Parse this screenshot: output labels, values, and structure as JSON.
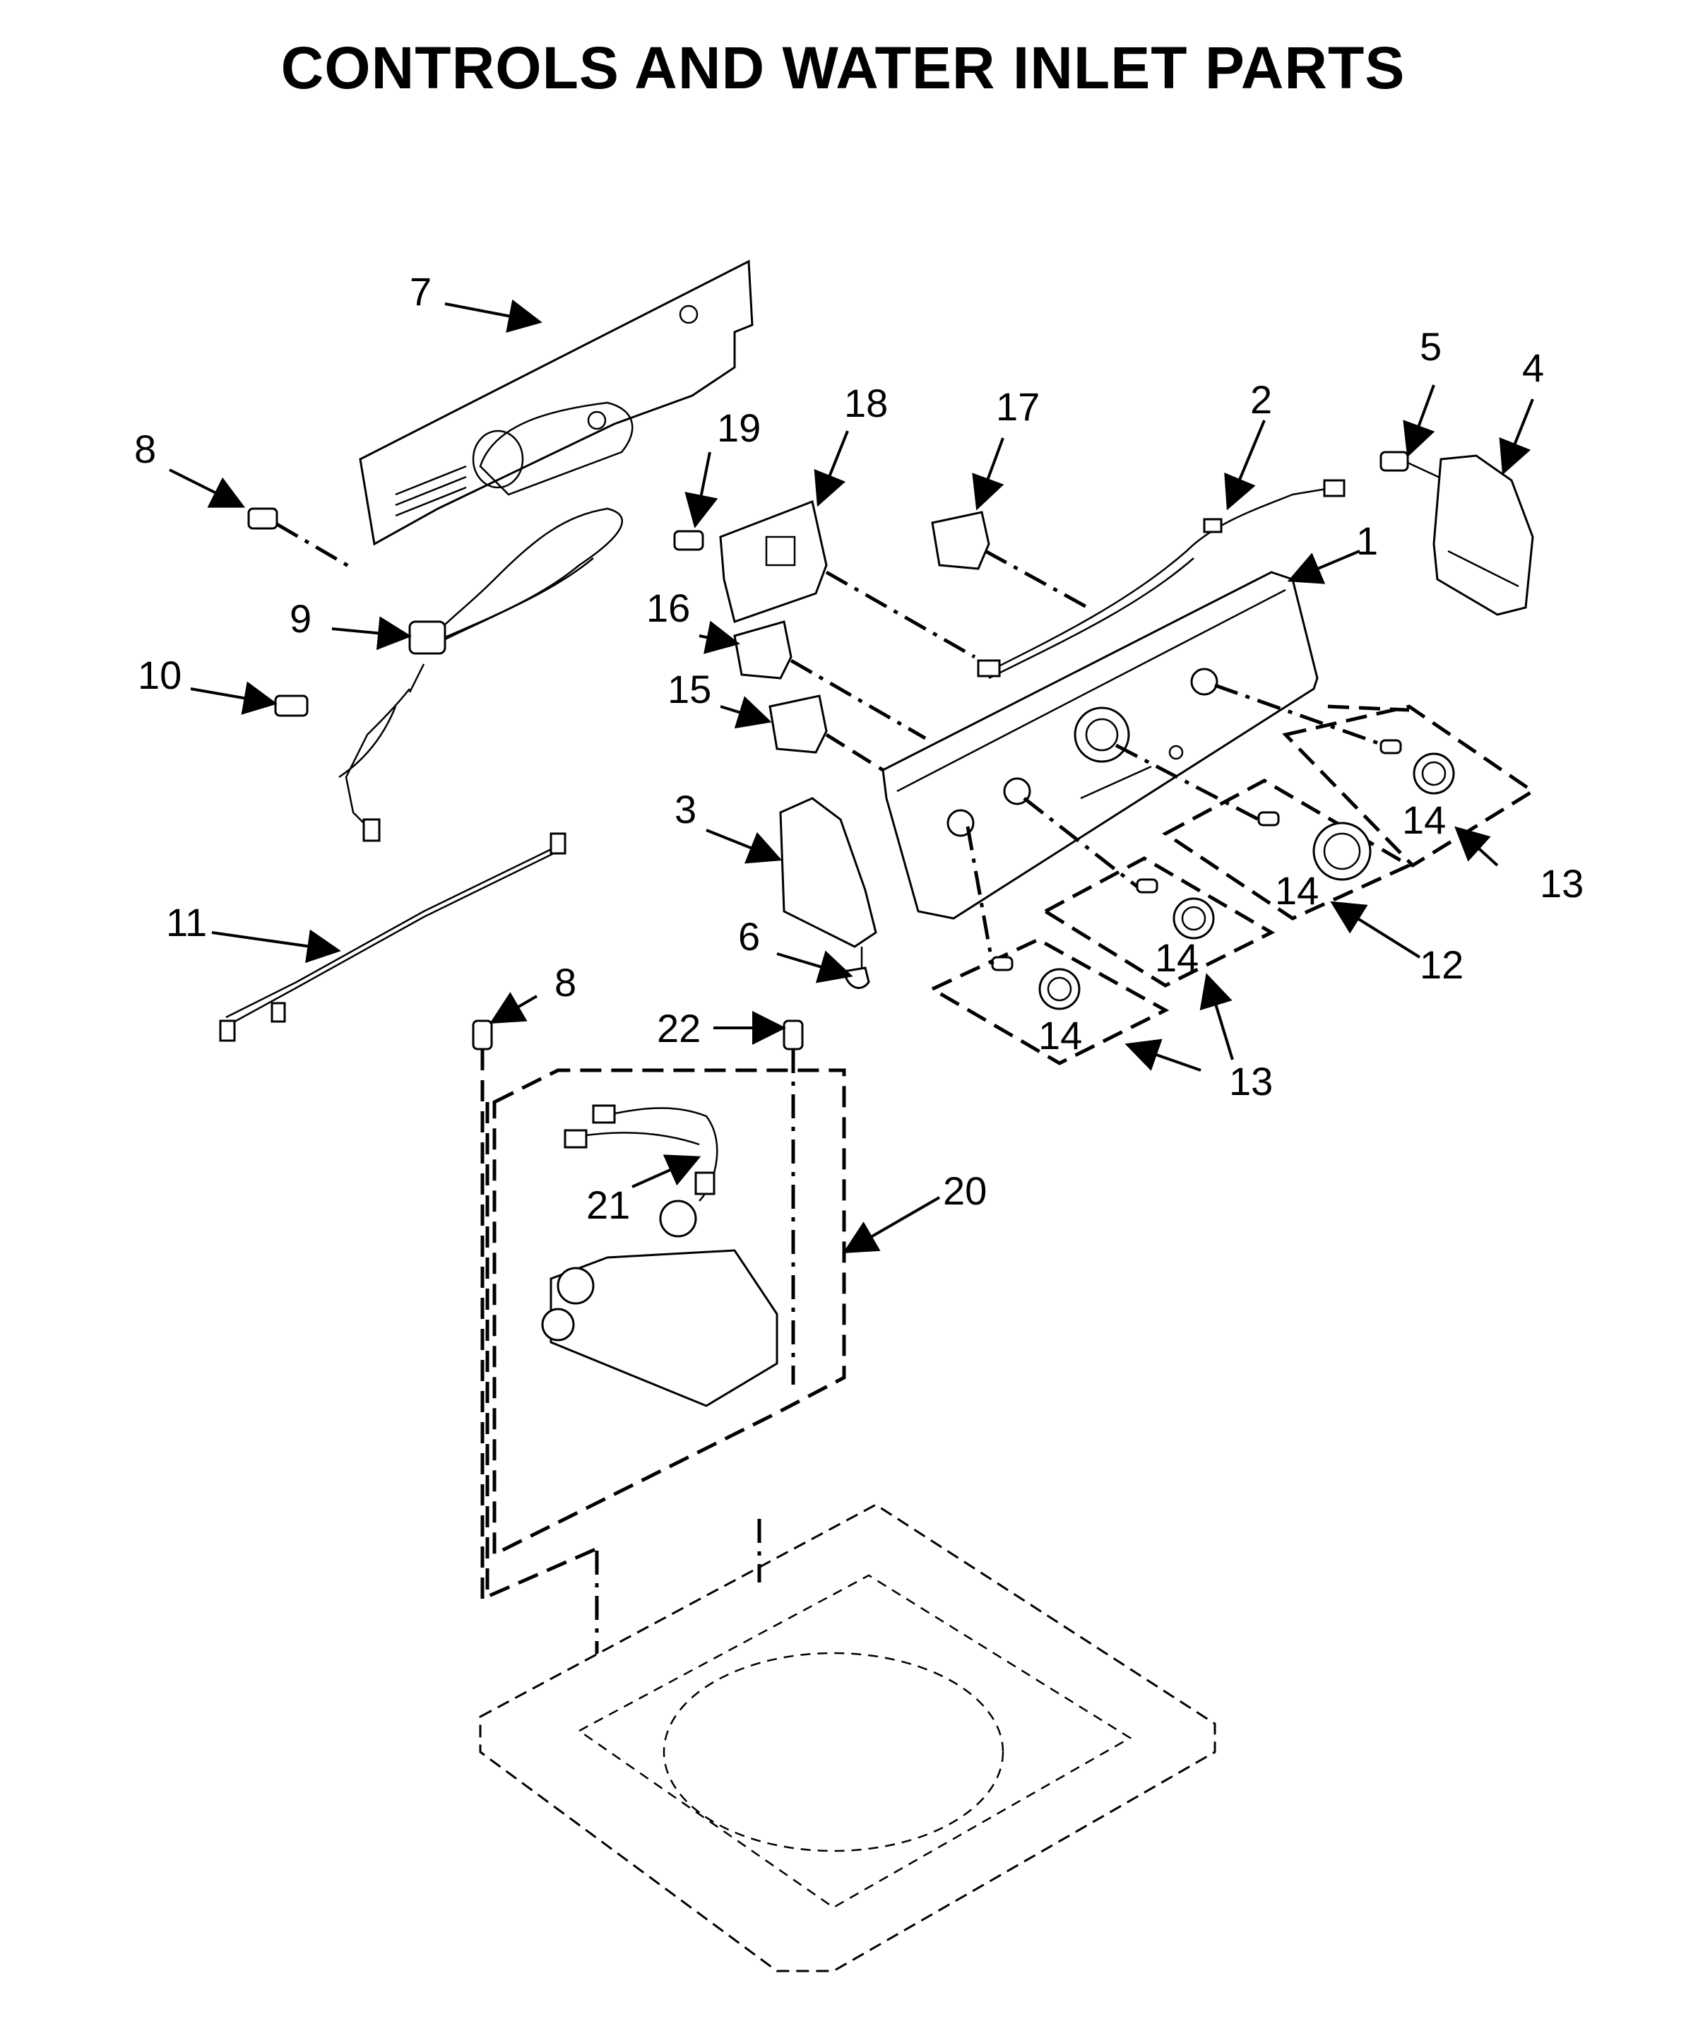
{
  "title": "CONTROLS AND WATER INLET PARTS",
  "callouts": {
    "c1": "1",
    "c2": "2",
    "c3": "3",
    "c4": "4",
    "c5": "5",
    "c6": "6",
    "c7": "7",
    "c8a": "8",
    "c8b": "8",
    "c9": "9",
    "c10": "10",
    "c11": "11",
    "c12": "12",
    "c13a": "13",
    "c13b": "13",
    "c14a": "14",
    "c14b": "14",
    "c14c": "14",
    "c14d": "14",
    "c15": "15",
    "c16": "16",
    "c17": "17",
    "c18": "18",
    "c19": "19",
    "c20": "20",
    "c21": "21",
    "c22": "22"
  }
}
